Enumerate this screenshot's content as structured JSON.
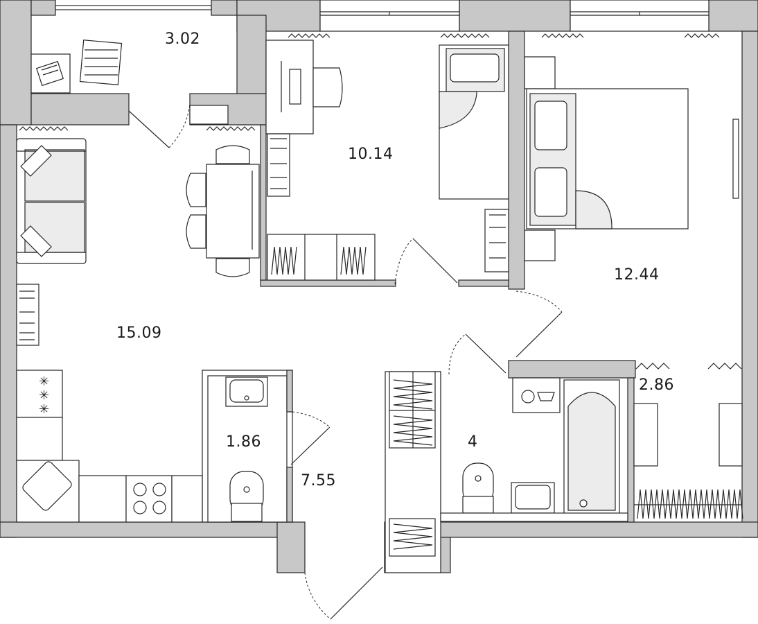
{
  "rooms": {
    "balcony": {
      "area": "3.02"
    },
    "kitchen_living": {
      "area": "15.09"
    },
    "bedroom_small": {
      "area": "10.14"
    },
    "bedroom_large": {
      "area": "12.44"
    },
    "wc": {
      "area": "1.86"
    },
    "hall": {
      "area": "7.55"
    },
    "bathroom": {
      "area": "4"
    },
    "closet": {
      "area": "2.86"
    }
  }
}
